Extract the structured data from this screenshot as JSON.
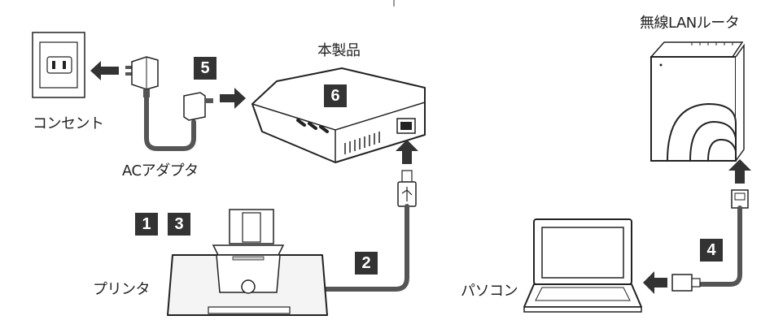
{
  "labels": {
    "outlet": "コンセント",
    "ac_adapter": "ACアダプタ",
    "product": "本製品",
    "printer": "プリンタ",
    "router": "無線LANルータ",
    "pc": "パソコン"
  },
  "steps": [
    "1",
    "2",
    "3",
    "4",
    "5",
    "6"
  ],
  "colors": {
    "arrow": "#333333",
    "cable": "#555555",
    "device_stroke": "#222222",
    "badge": "#333333"
  }
}
